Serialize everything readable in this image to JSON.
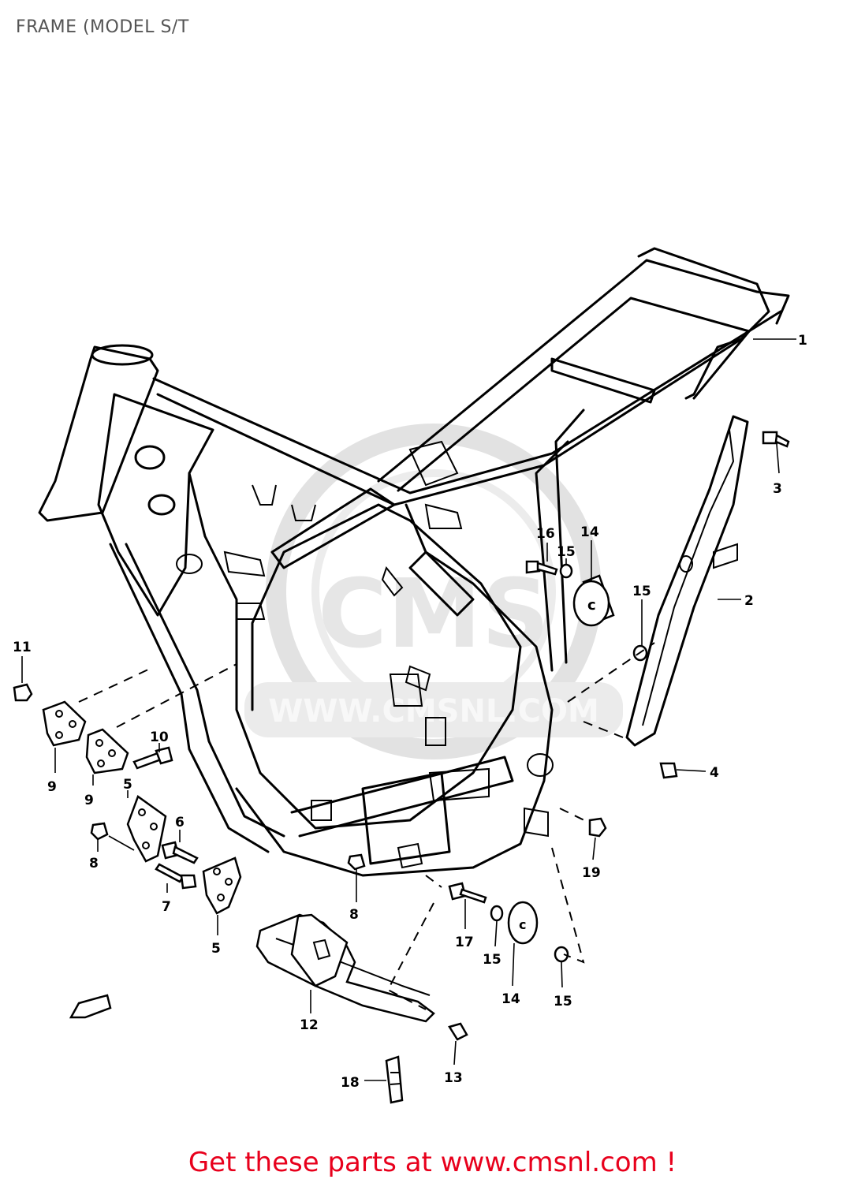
{
  "header": {
    "title": "FRAME (MODEL S/T"
  },
  "callouts": [
    {
      "id": "c1",
      "label": "1"
    },
    {
      "id": "c2",
      "label": "2"
    },
    {
      "id": "c3",
      "label": "3"
    },
    {
      "id": "c4",
      "label": "4"
    },
    {
      "id": "c5a",
      "label": "5"
    },
    {
      "id": "c5b",
      "label": "5"
    },
    {
      "id": "c6",
      "label": "6"
    },
    {
      "id": "c7",
      "label": "7"
    },
    {
      "id": "c8a",
      "label": "8"
    },
    {
      "id": "c8b",
      "label": "8"
    },
    {
      "id": "c9a",
      "label": "9"
    },
    {
      "id": "c9b",
      "label": "9"
    },
    {
      "id": "c10",
      "label": "10"
    },
    {
      "id": "c11",
      "label": "11"
    },
    {
      "id": "c12",
      "label": "12"
    },
    {
      "id": "c13",
      "label": "13"
    },
    {
      "id": "c14a",
      "label": "14"
    },
    {
      "id": "c14b",
      "label": "14"
    },
    {
      "id": "c15a",
      "label": "15"
    },
    {
      "id": "c15b",
      "label": "15"
    },
    {
      "id": "c15c",
      "label": "15"
    },
    {
      "id": "c15d",
      "label": "15"
    },
    {
      "id": "c16",
      "label": "16"
    },
    {
      "id": "c17",
      "label": "17"
    },
    {
      "id": "c18",
      "label": "18"
    },
    {
      "id": "c19",
      "label": "19"
    }
  ],
  "watermark": {
    "logo": "CMS",
    "url": "WWW.CMSNL.COM"
  },
  "footer": {
    "text": "Get these parts at www.cmsnl.com !"
  },
  "colors": {
    "footer": "#e8001c",
    "title": "#555555",
    "watermark": "#e2e2e2"
  }
}
